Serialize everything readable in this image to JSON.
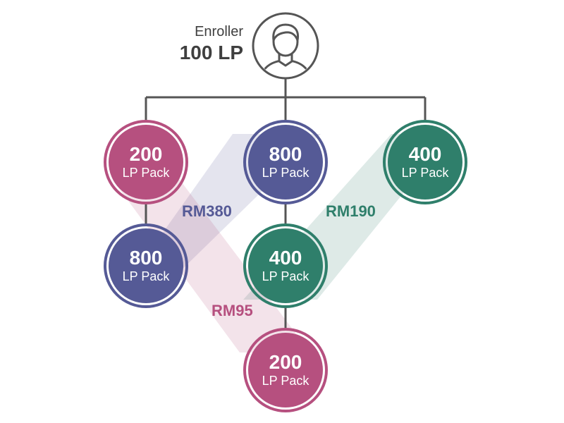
{
  "enroller": {
    "title": "Enroller",
    "points": "100 LP",
    "icon": "user-icon"
  },
  "colors": {
    "pink": "#b6507f",
    "blue": "#555a96",
    "green": "#2f7f6b",
    "line": "#555555",
    "pink_band": "#e5c2d3",
    "blue_band": "#d2d4e6",
    "green_band": "#c9e4db"
  },
  "nodes": {
    "level1_left": {
      "amount": "200",
      "unit": "LP Pack"
    },
    "level1_middle": {
      "amount": "800",
      "unit": "LP Pack"
    },
    "level1_right": {
      "amount": "400",
      "unit": "LP Pack"
    },
    "level2_left": {
      "amount": "800",
      "unit": "LP Pack"
    },
    "level2_middle": {
      "amount": "400",
      "unit": "LP Pack"
    },
    "level3_middle": {
      "amount": "200",
      "unit": "LP Pack"
    }
  },
  "commissions": {
    "blue": "RM380",
    "green": "RM190",
    "pink": "RM95"
  }
}
